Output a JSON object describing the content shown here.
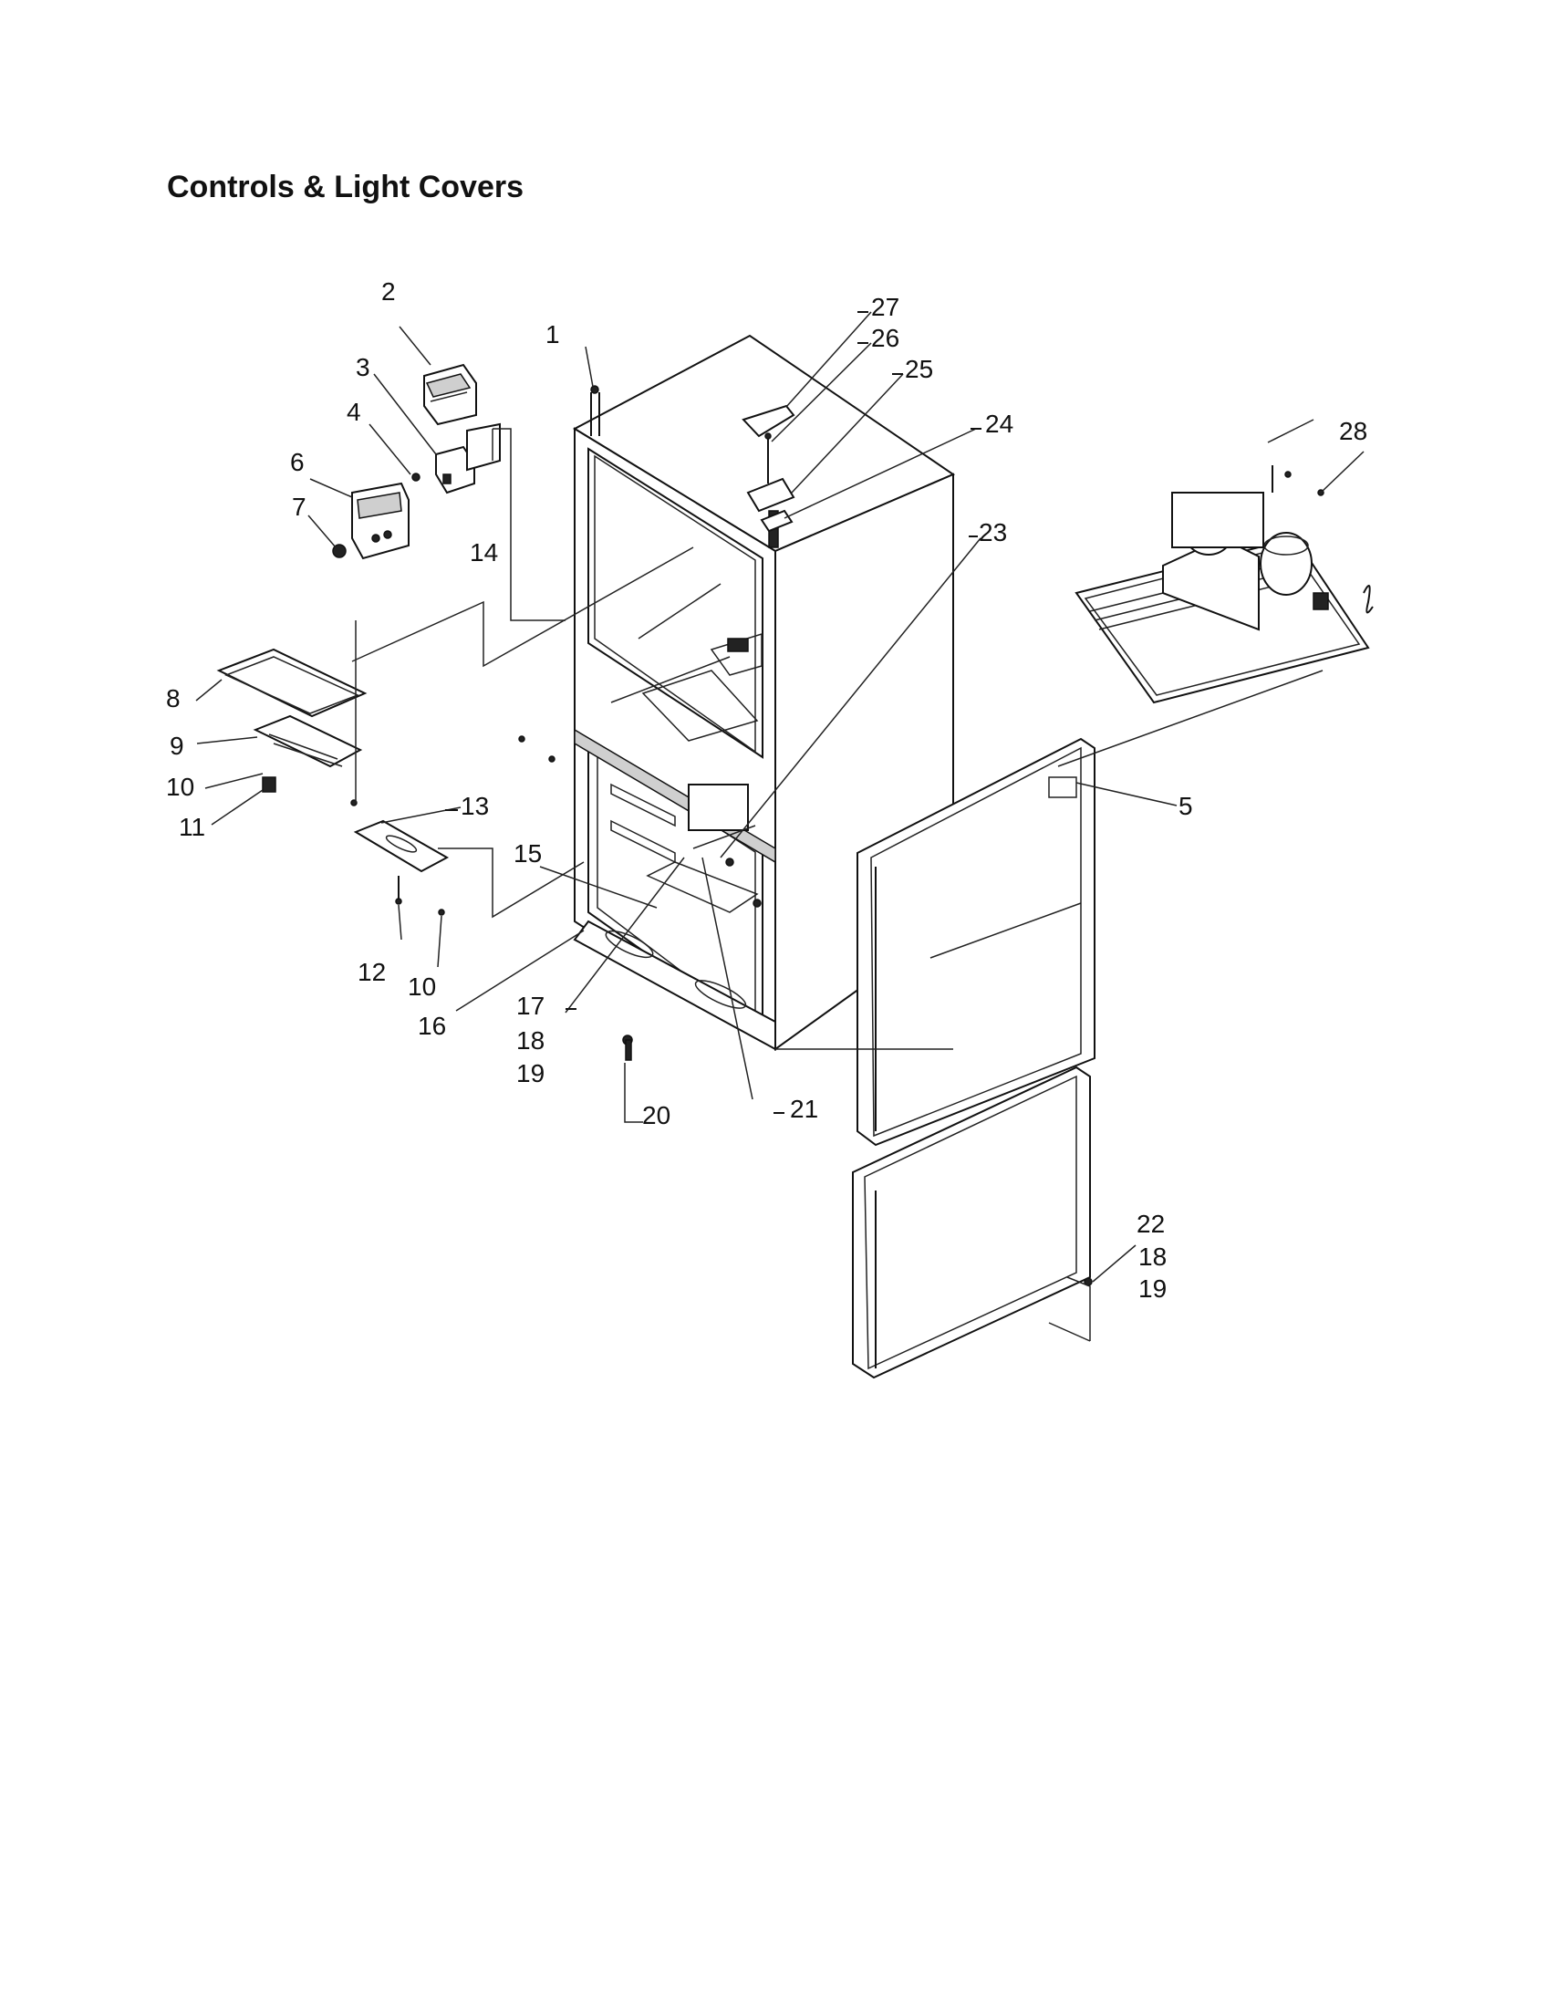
{
  "title": "Controls & Light Covers",
  "callouts": {
    "c1": "1",
    "c2": "2",
    "c3": "3",
    "c4": "4",
    "c5": "5",
    "c6": "6",
    "c7": "7",
    "c8": "8",
    "c9": "9",
    "c10a": "10",
    "c11": "11",
    "c12": "12",
    "c13": "13",
    "c10b": "10",
    "c14": "14",
    "c15": "15",
    "c16": "16",
    "c17": "17",
    "c18a": "18",
    "c19a": "19",
    "c20": "20",
    "c21": "21",
    "c22": "22",
    "c18b": "18",
    "c19b": "19",
    "c23": "23",
    "c24": "24",
    "c25": "25",
    "c26": "26",
    "c27": "27",
    "c28": "28"
  }
}
